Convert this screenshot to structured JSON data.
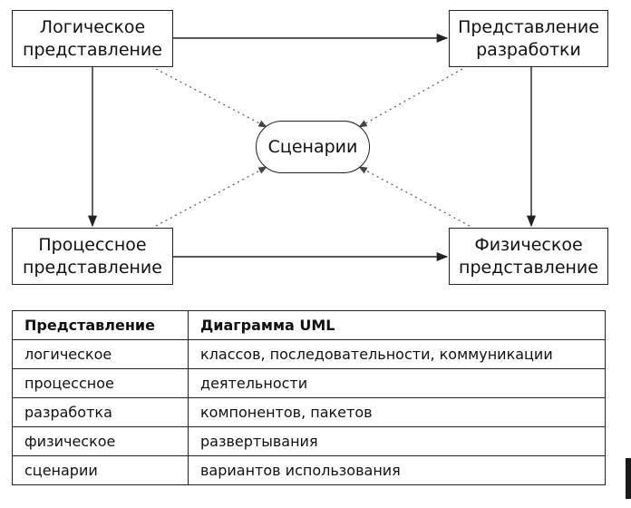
{
  "diagram": {
    "nodes": {
      "logical": {
        "line1": "Логическое",
        "line2": "представление"
      },
      "development": {
        "line1": "Представление",
        "line2": "разработки"
      },
      "process": {
        "line1": "Процессное",
        "line2": "представление"
      },
      "physical": {
        "line1": "Физическое",
        "line2": "представление"
      },
      "scenarios": {
        "label": "Сценарии"
      }
    },
    "edges": [
      {
        "from": "logical",
        "to": "development",
        "style": "solid"
      },
      {
        "from": "logical",
        "to": "process",
        "style": "solid"
      },
      {
        "from": "development",
        "to": "physical",
        "style": "solid"
      },
      {
        "from": "process",
        "to": "physical",
        "style": "solid"
      },
      {
        "from": "logical",
        "to": "scenarios",
        "style": "dotted"
      },
      {
        "from": "development",
        "to": "scenarios",
        "style": "dotted"
      },
      {
        "from": "process",
        "to": "scenarios",
        "style": "dotted"
      },
      {
        "from": "physical",
        "to": "scenarios",
        "style": "dotted"
      }
    ]
  },
  "table": {
    "headers": {
      "view": "Представление",
      "uml": "Диаграмма UML"
    },
    "rows": [
      {
        "view": "логическое",
        "uml": "классов, последовательности, коммуникации"
      },
      {
        "view": "процессное",
        "uml": "деятельности"
      },
      {
        "view": "разработка",
        "uml": "компонентов, пакетов"
      },
      {
        "view": "физическое",
        "uml": "развертывания"
      },
      {
        "view": "сценарии",
        "uml": "вариантов использования"
      }
    ]
  },
  "colors": {
    "line": "#222222",
    "dotted": "#555555",
    "text": "#111111"
  }
}
